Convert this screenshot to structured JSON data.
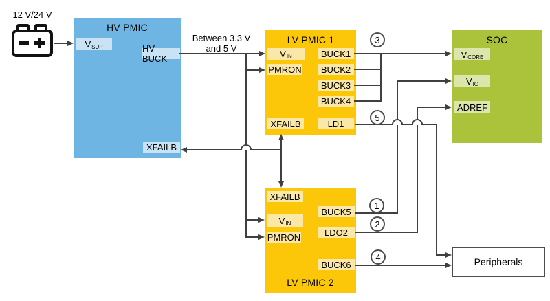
{
  "source": {
    "label": "12 V/24 V"
  },
  "supply_note": {
    "line1": "Between 3.3 V",
    "line2": "and 5 V"
  },
  "blocks": {
    "hv_pmic": {
      "title": "HV PMIC",
      "pins": {
        "vsup_base": "V",
        "vsup_sub": "SUP",
        "hv_buck": "HV BUCK",
        "xfailb": "XFAILB"
      }
    },
    "lv_pmic1": {
      "title": "LV PMIC 1",
      "pins": {
        "vin_base": "V",
        "vin_sub": "IN",
        "pmron": "PMRON",
        "xfailb": "XFAILB",
        "buck1": "BUCK1",
        "buck2": "BUCK2",
        "buck3": "BUCK3",
        "buck4": "BUCK4",
        "ld1": "LD1"
      }
    },
    "lv_pmic2": {
      "title": "LV PMIC 2",
      "pins": {
        "xfailb": "XFAILB",
        "vin_base": "V",
        "vin_sub": "IN",
        "pmron": "PMRON",
        "buck5": "BUCK5",
        "ldo2": "LDO2",
        "buck6": "BUCK6"
      }
    },
    "soc": {
      "title": "SOC",
      "pins": {
        "vcore_base": "V",
        "vcore_sub": "CORE",
        "vio_base": "V",
        "vio_sub": "IO",
        "adref": "ADREF"
      }
    },
    "peripherals": {
      "title": "Peripherals"
    }
  },
  "annotations": {
    "n1": "1",
    "n2": "2",
    "n3": "3",
    "n4": "4",
    "n5": "5"
  },
  "colors": {
    "hv_pmic": "#6FB5E3",
    "hv_pmic_pin": "#C9E3F4",
    "lv_pmic": "#FBC708",
    "lv_pmic_pin": "#FBE8A6",
    "soc": "#ABC23B",
    "soc_pin": "#DCE6AC",
    "line": "#404040",
    "peripherals_border": "#4d4d4d"
  }
}
